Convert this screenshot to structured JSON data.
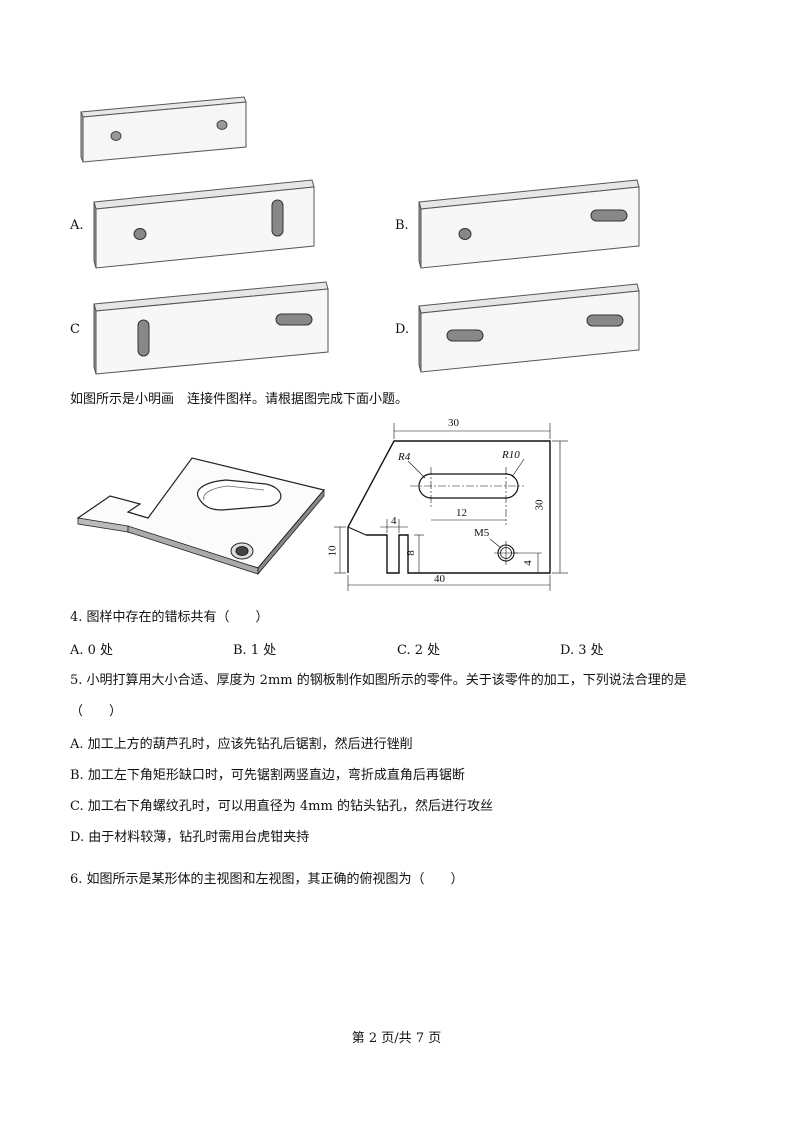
{
  "options_figure": {
    "A": "A.",
    "B": "B.",
    "C": "C",
    "D": "D."
  },
  "intro": "如图所示是小明画　连接件图样。请根据图完成下面小题。",
  "drawing": {
    "dims": {
      "top": "30",
      "right": "30",
      "bottom": "40",
      "r_small": "R4",
      "r_large": "R10",
      "slot_len": "12",
      "notch_w": "4",
      "left_h": "10",
      "notch_h": "8",
      "thread": "M5",
      "thread_offset": "4"
    }
  },
  "q4": {
    "stem": "4. 图样中存在的错标共有（　　）",
    "options": [
      "A. 0 处",
      "B. 1 处",
      "C. 2 处",
      "D. 3 处"
    ]
  },
  "q5": {
    "stem": "5. 小明打算用大小合适、厚度为 2mm 的钢板制作如图所示的零件。关于该零件的加工，下列说法合理的是",
    "paren": "（　　）",
    "options": [
      "A. 加工上方的葫芦孔时，应该先钻孔后锯割，然后进行锉削",
      "B. 加工左下角矩形缺口时，可先锯割两竖直边，弯折成直角后再锯断",
      "C. 加工右下角螺纹孔时，可以用直径为 4mm 的钻头钻孔，然后进行攻丝",
      "D. 由于材料较薄，钻孔时需用台虎钳夹持"
    ]
  },
  "q6": {
    "stem": "6. 如图所示是某形体的主视图和左视图，其正确的俯视图为（　　）"
  },
  "footer": "第 2 页/共 7 页"
}
